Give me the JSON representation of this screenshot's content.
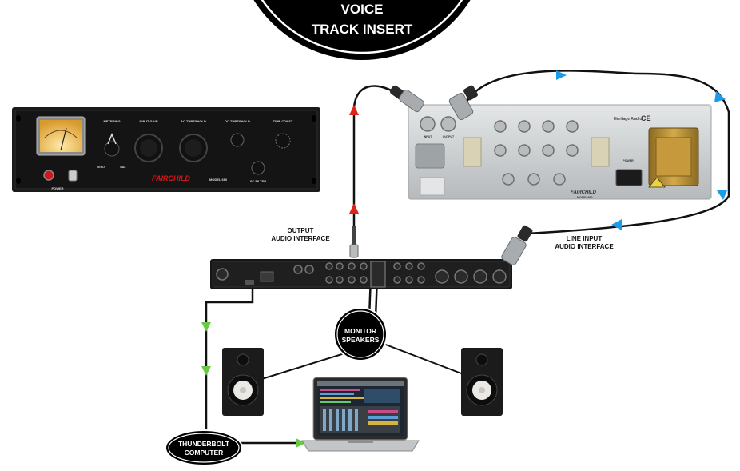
{
  "header": {
    "title_line1": "VOICE",
    "title_line2": "TRACK INSERT"
  },
  "labels": {
    "output_line1": "OUTPUT",
    "output_line2": "AUDIO INTERFACE",
    "line_input_line1": "LINE INPUT",
    "line_input_line2": "AUDIO INTERFACE",
    "monitor_line1": "MONITOR",
    "monitor_line2": "SPEAKERS",
    "computer_line1": "THUNDERBOLT",
    "computer_line2": "COMPUTER"
  },
  "compressor": {
    "metering": "METERING",
    "input_gain": "INPUT GAIN",
    "ac_threshold": "AC THRESHOLD",
    "dc_threshold": "DC THRESHOLD",
    "time_const": "TIME CONST",
    "power": "POWER",
    "model": "MODEL 660",
    "sc_filter": "SC FILTER",
    "zero": "ZERO",
    "bal": "BAL",
    "logo": "FAIRCHILD"
  },
  "rear_unit": {
    "logo": "FAIRCHILD",
    "model": "MODEL 660",
    "brand": "Heritage Audio",
    "ce_mark": "CE",
    "power": "POWER",
    "input": "INPUT",
    "output": "OUTPUT"
  },
  "colors": {
    "red_arrow": "#e0231a",
    "blue_arrow": "#1e9be8",
    "green_arrow": "#6ac943",
    "badge": "#000000",
    "cable": "#111111"
  },
  "icons": [
    "xlr-connector-icon",
    "arrow-up-icon",
    "arrow-right-icon",
    "arrow-down-icon",
    "speaker-icon",
    "laptop-icon",
    "vu-meter-icon"
  ]
}
